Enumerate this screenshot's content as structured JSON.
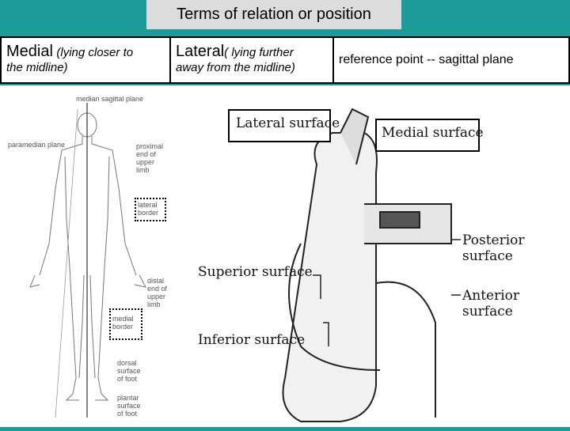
{
  "title": "Terms of relation or position",
  "header": {
    "medial_word": "Medial",
    "medial_desc_a": "(lying closer to",
    "medial_desc_b": "the midline)",
    "lateral_word": "Lateral",
    "lateral_desc_a": "( lying further",
    "lateral_desc_b": "away from the midline)",
    "reference": "reference point -- sagittal plane"
  },
  "left_figure": {
    "median_sagittal_plane": "median sagittal plane",
    "paramedian_plane": "paramedian plane",
    "proximal_end": [
      "proximal",
      "end of",
      "upper",
      "limb"
    ],
    "lateral_border": [
      "lateral",
      "border"
    ],
    "distal_end": [
      "distal",
      "end of",
      "upper",
      "limb"
    ],
    "medial_border": [
      "medial",
      "border"
    ],
    "dorsal_surface": [
      "dorsal",
      "surface",
      "of foot"
    ],
    "plantar_surface": [
      "plantar",
      "surface",
      "of foot"
    ]
  },
  "right_figure": {
    "lateral_surface": "Lateral surface",
    "medial_surface": "Medial surface",
    "posterior_surface": "Posterior surface",
    "superior_surface": "Superior surface",
    "anterior_surface": "Anterior surface",
    "inferior_surface": "Inferior surface"
  },
  "colors": {
    "background": "#1d9a9a",
    "title_box": "#dcdcdc"
  }
}
